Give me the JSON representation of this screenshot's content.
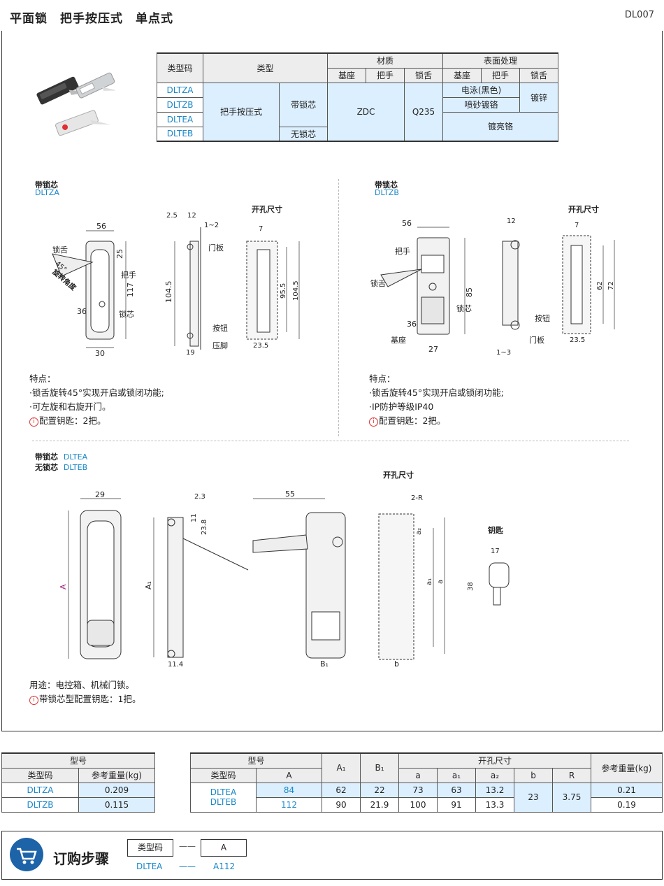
{
  "header": {
    "title": "平面锁　把手按压式　单点式",
    "code": "DL007"
  },
  "top_table": {
    "h_code": "类型码",
    "h_type": "类型",
    "h_material": "材质",
    "h_surface": "表面处理",
    "h_base": "基座",
    "h_handle": "把手",
    "h_tongue": "锁舌",
    "codes": [
      "DLTZA",
      "DLTZB",
      "DLTEA",
      "DLTEB"
    ],
    "type_main": "把手按压式",
    "type_lock": "带锁芯",
    "type_nolock": "无锁芯",
    "mat_base": "ZDC",
    "mat_tongue": "Q235",
    "surf_a": "电泳(黑色)",
    "surf_b": "喷砂镀铬",
    "surf_c": "镀亮铬",
    "surf_tongue": "镀锌"
  },
  "sec1": {
    "label": "带锁芯",
    "code": "DLTZA",
    "cut": "开孔尺寸",
    "dims": [
      "56",
      "25",
      "117",
      "36",
      "30",
      "2.5",
      "12",
      "1~2",
      "104.5",
      "19",
      "7",
      "95.5",
      "104.5",
      "23.5",
      "45°",
      "旋转角度"
    ],
    "parts": [
      "锁舌",
      "把手",
      "锁芯",
      "门板",
      "按钮",
      "压脚"
    ],
    "feat_title": "特点：",
    "feat": [
      "·锁舌旋转45°实现开启或锁闭功能;",
      "·可左旋和右旋开门。"
    ],
    "feat_info": "配置钥匙：2把。"
  },
  "sec2": {
    "label": "带锁芯",
    "code": "DLTZB",
    "cut": "开孔尺寸",
    "dims": [
      "56",
      "85",
      "36",
      "27",
      "12",
      "1~3",
      "7",
      "62",
      "72",
      "23.5"
    ],
    "parts": [
      "把手",
      "锁舌",
      "锁芯",
      "基座",
      "按钮",
      "门板"
    ],
    "feat_title": "特点：",
    "feat": [
      "·锁舌旋转45°实现开启或锁闭功能;",
      "·IP防护等级IP40"
    ],
    "feat_info": "配置钥匙：2把。"
  },
  "sec3": {
    "label_lock": "带锁芯",
    "code_lock": "DLTEA",
    "label_nolock": "无锁芯",
    "code_nolock": "DLTEB",
    "cut": "开孔尺寸",
    "key": "钥匙",
    "dims": [
      "29",
      "A",
      "2.3",
      "11",
      "23.8",
      "A₁",
      "11.4",
      "55",
      "B₁",
      "2-R",
      "a₂",
      "a₁",
      "a",
      "b",
      "17",
      "38"
    ],
    "use": "用途：电控箱、机械门锁。",
    "use_info": "带锁芯型配置钥匙：1把。"
  },
  "table_left": {
    "h_model": "型号",
    "h_code": "类型码",
    "h_weight": "参考重量(kg)",
    "rows": [
      {
        "code": "DLTZA",
        "w": "0.209"
      },
      {
        "code": "DLTZB",
        "w": "0.115"
      }
    ]
  },
  "table_right": {
    "h_model": "型号",
    "h_code": "类型码",
    "h_A": "A",
    "h_A1": "A₁",
    "h_B1": "B₁",
    "h_cut": "开孔尺寸",
    "h_a": "a",
    "h_a1": "a₁",
    "h_a2": "a₂",
    "h_b": "b",
    "h_R": "R",
    "h_weight": "参考重量(kg)",
    "codes": [
      "DLTEA",
      "DLTEB"
    ],
    "rows": [
      {
        "A": "84",
        "A1": "62",
        "B1": "22",
        "a": "73",
        "a1": "63",
        "a2": "13.2",
        "w": "0.21"
      },
      {
        "A": "112",
        "A1": "90",
        "B1": "21.9",
        "a": "100",
        "a1": "91",
        "a2": "13.3",
        "w": "0.19"
      }
    ],
    "b": "23",
    "R": "3.75"
  },
  "order": {
    "title": "订购步骤",
    "box1": "类型码",
    "box2": "A",
    "ex1": "DLTEA",
    "ex2": "A112",
    "sep": "——"
  },
  "colors": {
    "accent": "#1a88c9",
    "lightblue": "#dcefff",
    "icon": "#1d63a8"
  }
}
